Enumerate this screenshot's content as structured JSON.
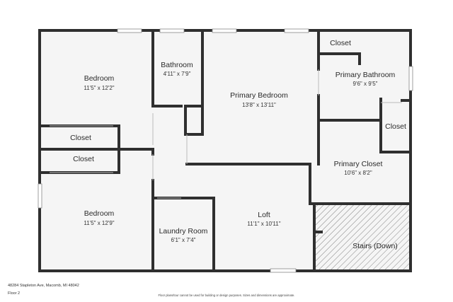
{
  "rooms": {
    "bedroom_top": {
      "name": "Bedroom",
      "dims": "11'5\" x 12'2\""
    },
    "bathroom": {
      "name": "Bathroom",
      "dims": "4'11\" x 7'9\""
    },
    "primary_bedroom": {
      "name": "Primary Bedroom",
      "dims": "13'8\" x 13'11\""
    },
    "closet_top_right": {
      "name": "Closet"
    },
    "primary_bathroom": {
      "name": "Primary Bathroom",
      "dims": "9'6\" x 9'5\""
    },
    "closet_right": {
      "name": "Closet"
    },
    "closet_left_1": {
      "name": "Closet"
    },
    "closet_left_2": {
      "name": "Closet"
    },
    "primary_closet": {
      "name": "Primary Closet",
      "dims": "10'6\" x 8'2\""
    },
    "bedroom_bottom": {
      "name": "Bedroom",
      "dims": "11'5\" x 12'9\""
    },
    "loft": {
      "name": "Loft",
      "dims": "11'1\" x 10'11\""
    },
    "laundry": {
      "name": "Laundry Room",
      "dims": "6'1\" x 7'4\""
    },
    "stairs": {
      "name": "Stairs (Down)"
    }
  },
  "footer": {
    "address": "48284 Stapleton Ave, Macomb, MI 48042",
    "floor": "Floor 2",
    "disclaimer": "Floor plans/tour cannot be used for building or design purposes. Sizes and dimensions are approximate."
  },
  "colors": {
    "wall": "#2f2f2f",
    "floor": "#f5f5f5",
    "hatch": "#666666"
  }
}
